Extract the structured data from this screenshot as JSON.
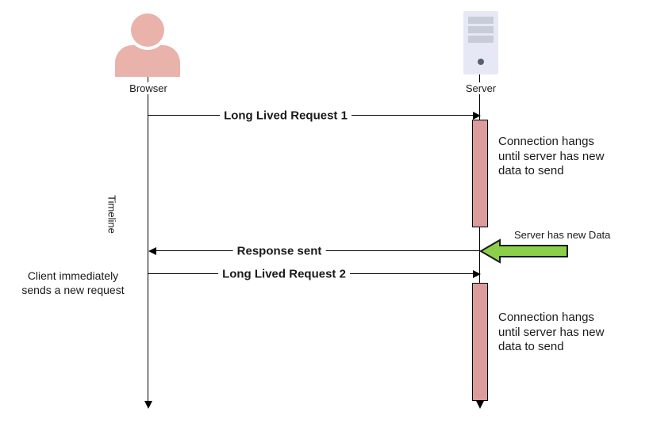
{
  "diagram_type": "sequence-diagram-long-polling",
  "actors": {
    "browser": {
      "label": "Browser",
      "icon": "person-icon"
    },
    "server": {
      "label": "Server",
      "icon": "server-icon"
    }
  },
  "messages": {
    "request1": {
      "label": "Long Lived Request 1",
      "direction": "browser-to-server"
    },
    "response": {
      "label": "Response sent",
      "direction": "server-to-browser"
    },
    "request2": {
      "label": "Long Lived Request 2",
      "direction": "browser-to-server"
    }
  },
  "notes": {
    "hang_note_1": "Connection hangs\nuntil server has new\ndata to send",
    "hang_note_2": "Connection hangs\nuntil server has new\ndata to send",
    "server_event": "Server has new Data",
    "client_note": "Client immediately\nsends a new request",
    "timeline_label": "Timeline"
  },
  "colors": {
    "actor_fill": "#e9b2ab",
    "activation_fill": "#dc9c9b",
    "event_arrow_fill": "#8cd04a",
    "event_arrow_stroke": "#1a1a1a",
    "server_body_fill": "#e6e9f5",
    "server_slot_fill": "#c8ccd9",
    "server_dot_fill": "#566070",
    "line_color": "#000000"
  }
}
